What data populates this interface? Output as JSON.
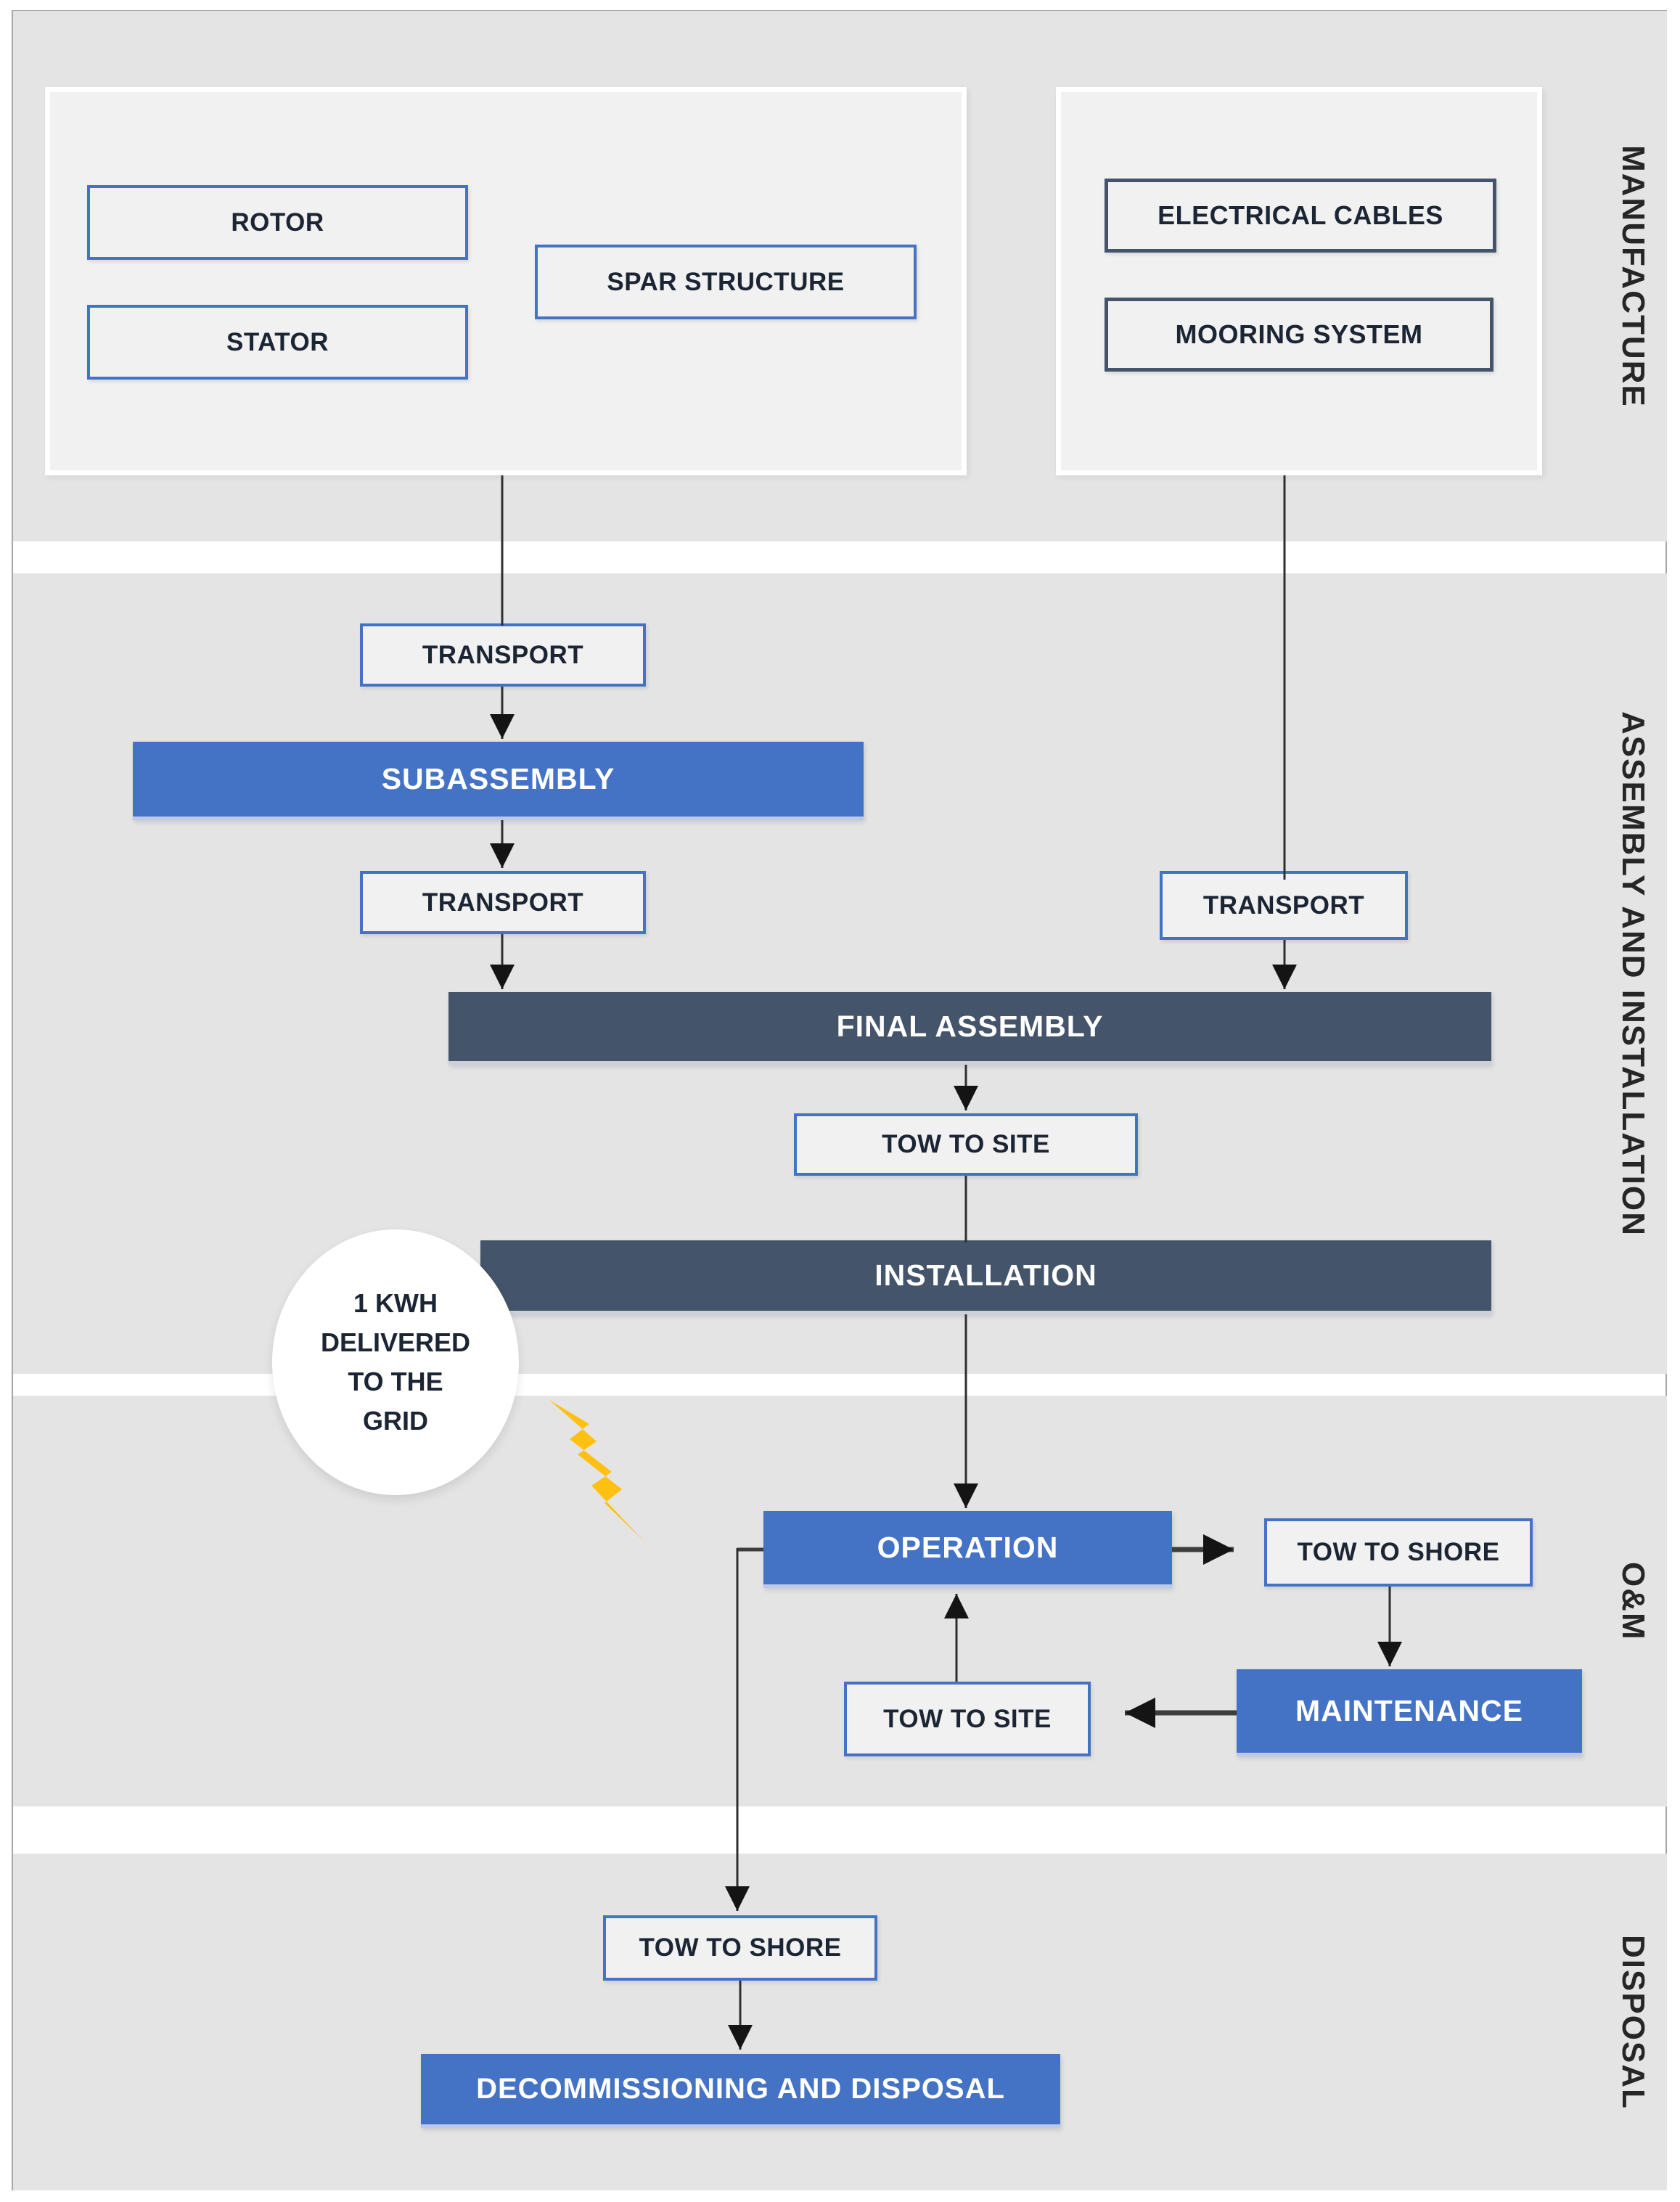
{
  "bands": [
    {
      "label": "MANUFACTURE"
    },
    {
      "label": "ASSEMBLY AND INSTALLATION"
    },
    {
      "label": "O&M"
    },
    {
      "label": "DISPOSAL"
    }
  ],
  "nodes": {
    "rotor": "ROTOR",
    "stator": "STATOR",
    "spar_structure": "SPAR STRUCTURE",
    "electrical_cables": "ELECTRICAL CABLES",
    "mooring_system": "MOORING SYSTEM",
    "transport_rotor_stator": "TRANSPORT",
    "subassembly": "SUBASSEMBLY",
    "transport_subassembly": "TRANSPORT",
    "transport_cables_mooring": "TRANSPORT",
    "final_assembly": "FINAL ASSEMBLY",
    "tow_to_site_install": "TOW TO SITE",
    "installation": "INSTALLATION",
    "operation": "OPERATION",
    "tow_to_shore_maintenance": "TOW TO SHORE",
    "maintenance": "MAINTENANCE",
    "tow_to_site_return": "TOW TO SITE",
    "tow_to_shore_disposal": "TOW TO SHORE",
    "decommissioning": "DECOMMISSIONING AND DISPOSAL"
  },
  "callout": {
    "text": "1 KWH\nDELIVERED\nTO THE\nGRID"
  },
  "colors": {
    "accent_blue": "#4472c4",
    "dark_slate": "#44546a",
    "band_gray": "#e4e4e5",
    "panel_gray": "#f1f1f2",
    "bolt_yellow": "#ffc012",
    "line_dark": "#2f2f2f",
    "text_dark": "#1c2534",
    "text_light": "#ffffff"
  }
}
